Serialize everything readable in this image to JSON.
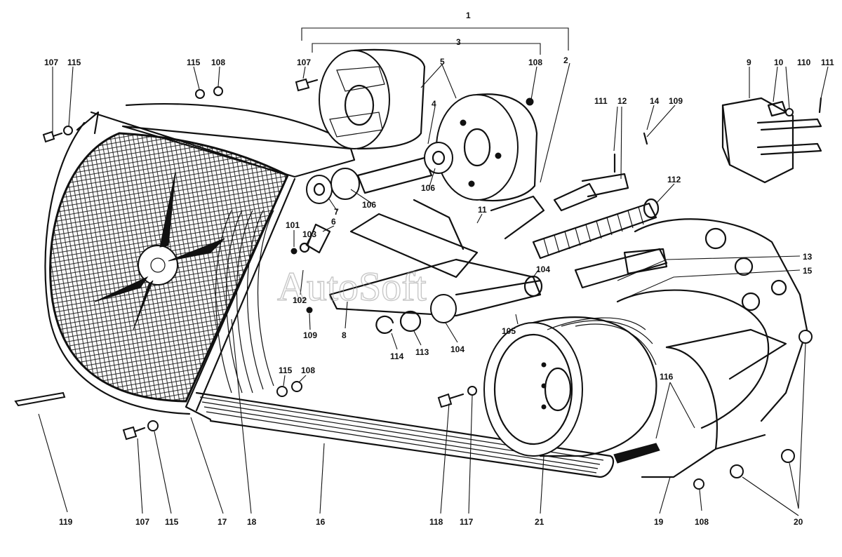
{
  "watermark": "AutoSoft",
  "callouts": [
    {
      "id": "c1",
      "text": "1"
    },
    {
      "id": "c3",
      "text": "3"
    },
    {
      "id": "c2",
      "text": "2"
    },
    {
      "id": "c5",
      "text": "5"
    },
    {
      "id": "c4",
      "text": "4"
    },
    {
      "id": "c107a",
      "text": "107"
    },
    {
      "id": "c108a",
      "text": "108"
    },
    {
      "id": "c107b",
      "text": "107"
    },
    {
      "id": "c115a",
      "text": "115"
    },
    {
      "id": "c115b",
      "text": "115"
    },
    {
      "id": "c108b",
      "text": "108"
    },
    {
      "id": "c111a",
      "text": "111"
    },
    {
      "id": "c12",
      "text": "12"
    },
    {
      "id": "c14",
      "text": "14"
    },
    {
      "id": "c109a",
      "text": "109"
    },
    {
      "id": "c9",
      "text": "9"
    },
    {
      "id": "c10",
      "text": "10"
    },
    {
      "id": "c110",
      "text": "110"
    },
    {
      "id": "c111b",
      "text": "111"
    },
    {
      "id": "c106a",
      "text": "106"
    },
    {
      "id": "c106b",
      "text": "106"
    },
    {
      "id": "c7",
      "text": "7"
    },
    {
      "id": "c112",
      "text": "112"
    },
    {
      "id": "c11",
      "text": "11"
    },
    {
      "id": "c6",
      "text": "6"
    },
    {
      "id": "c101",
      "text": "101"
    },
    {
      "id": "c103",
      "text": "103"
    },
    {
      "id": "c102",
      "text": "102"
    },
    {
      "id": "c109b",
      "text": "109"
    },
    {
      "id": "c8",
      "text": "8"
    },
    {
      "id": "c114",
      "text": "114"
    },
    {
      "id": "c113",
      "text": "113"
    },
    {
      "id": "c104a",
      "text": "104"
    },
    {
      "id": "c104b",
      "text": "104"
    },
    {
      "id": "c105",
      "text": "105"
    },
    {
      "id": "c13",
      "text": "13"
    },
    {
      "id": "c15",
      "text": "15"
    },
    {
      "id": "c116",
      "text": "116"
    },
    {
      "id": "c115c",
      "text": "115"
    },
    {
      "id": "c108c",
      "text": "108"
    },
    {
      "id": "c118",
      "text": "118"
    },
    {
      "id": "c117",
      "text": "117"
    },
    {
      "id": "c21",
      "text": "21"
    },
    {
      "id": "c119",
      "text": "119"
    },
    {
      "id": "c107c",
      "text": "107"
    },
    {
      "id": "c115d",
      "text": "115"
    },
    {
      "id": "c17",
      "text": "17"
    },
    {
      "id": "c18",
      "text": "18"
    },
    {
      "id": "c16",
      "text": "16"
    },
    {
      "id": "c19",
      "text": "19"
    },
    {
      "id": "c108d",
      "text": "108"
    },
    {
      "id": "c20",
      "text": "20"
    }
  ]
}
